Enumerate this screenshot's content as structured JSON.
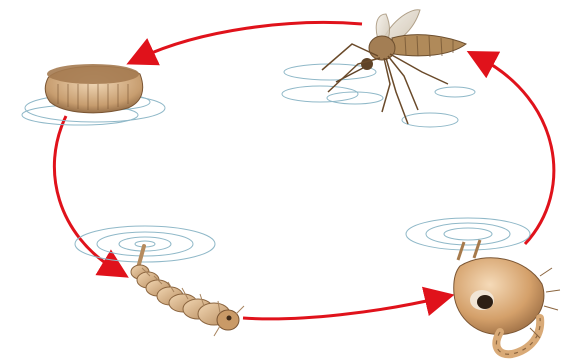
{
  "diagram": {
    "stages": [
      {
        "name": "adult",
        "icon": "mosquito-adult-icon"
      },
      {
        "name": "egg",
        "icon": "egg-raft-icon"
      },
      {
        "name": "larva",
        "icon": "larva-icon"
      },
      {
        "name": "pupa",
        "icon": "pupa-icon"
      }
    ],
    "arrow_color": "#e0121b",
    "ripple_color": "#8fb8c8",
    "body_colors": {
      "adult": "#b08a5a",
      "egg": "#c9a27a",
      "larva": "#d9b58c",
      "pupa": "#d6a572"
    }
  }
}
